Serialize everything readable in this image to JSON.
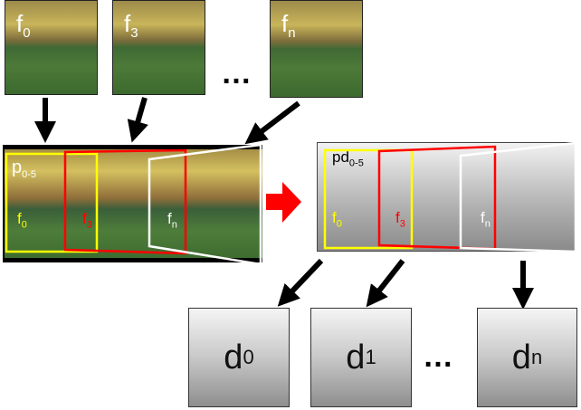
{
  "frames": [
    {
      "name": "f",
      "sub": "0"
    },
    {
      "name": "f",
      "sub": "3"
    },
    {
      "name": "f",
      "sub": "n"
    }
  ],
  "ellipsis": "…",
  "panorama": {
    "label": "p",
    "label_sub": "0-5",
    "boxes": [
      {
        "name": "f",
        "sub": "0",
        "color": "#ffff00"
      },
      {
        "name": "f",
        "sub": "3",
        "color": "#ff0000"
      },
      {
        "name": "f",
        "sub": "n",
        "color": "#ffffff"
      }
    ]
  },
  "depth_panorama": {
    "label": "pd",
    "label_sub": "0-5",
    "boxes": [
      {
        "name": "f",
        "sub": "0",
        "color": "#ffff00"
      },
      {
        "name": "f",
        "sub": "3",
        "color": "#ff0000"
      },
      {
        "name": "f",
        "sub": "n",
        "color": "#ffffff"
      }
    ]
  },
  "depth_maps": [
    {
      "name": "d",
      "sub": "0"
    },
    {
      "name": "d",
      "sub": "1"
    },
    {
      "name": "d",
      "sub": "n"
    }
  ],
  "colors": {
    "arrow": "#000000",
    "transform_arrow": "#ff0000"
  }
}
